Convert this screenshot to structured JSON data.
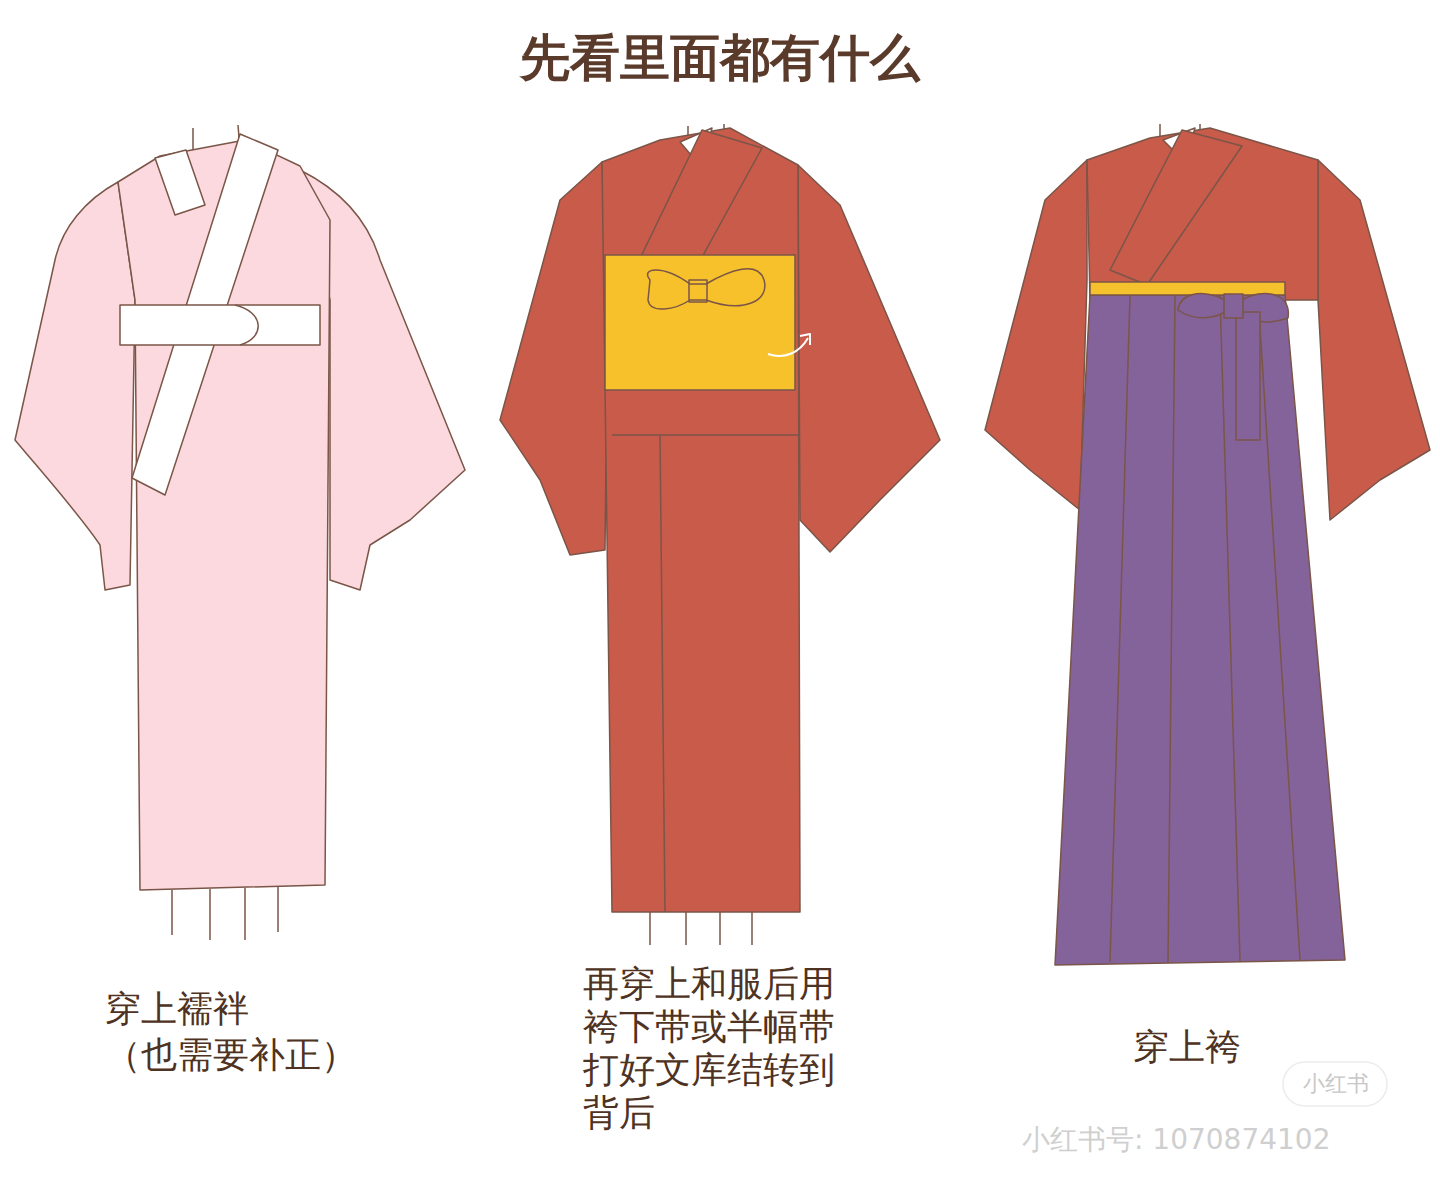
{
  "diagram": {
    "title": "先看里面都有什么",
    "labels": [
      "穿上襦袢 （也需要补正）",
      "再穿上和服后用 袴下带或半幅带 打好文库结转到 背后",
      "穿上袴",
      "小红书",
      "小红书号: 1070874102"
    ]
  }
}
